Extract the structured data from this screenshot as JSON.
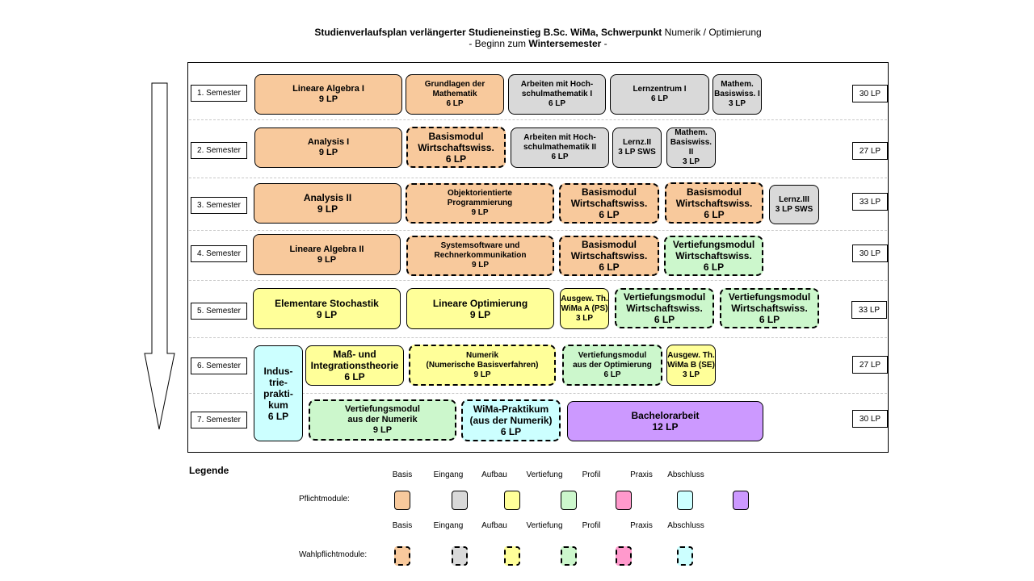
{
  "title": {
    "line1_bold": "Studienverlaufsplan verlängerter Studieneinstieg B.Sc. WiMa, Schwerpunkt",
    "line1_rest": " Numerik / Optimierung",
    "line2_pre": "- Beginn zum ",
    "line2_bold": "Wintersemester",
    "line2_post": " -"
  },
  "semesters": [
    {
      "label": "1. Semester",
      "lp": "30 LP"
    },
    {
      "label": "2. Semester",
      "lp": "27 LP"
    },
    {
      "label": "3. Semester",
      "lp": "33 LP"
    },
    {
      "label": "4. Semester",
      "lp": "30 LP"
    },
    {
      "label": "5. Semester",
      "lp": "33 LP"
    },
    {
      "label": "6. Semester",
      "lp": "27 LP"
    },
    {
      "label": "7. Semester",
      "lp": "30 LP"
    }
  ],
  "modules": [
    {
      "title": "Lineare Algebra I",
      "credits": "9 LP",
      "category": "Basis",
      "dashed": false
    },
    {
      "title": "Grundlagen der\nMathematik",
      "credits": "6 LP",
      "category": "Basis",
      "dashed": false
    },
    {
      "title": "Arbeiten mit Hoch-\nschulmathematik I",
      "credits": "6 LP",
      "category": "Eingang",
      "dashed": false
    },
    {
      "title": "Lernzentrum  I",
      "credits": "6 LP",
      "category": "Eingang",
      "dashed": false
    },
    {
      "title": "Mathem.\nBasiswiss. I",
      "credits": "3 LP",
      "category": "Eingang",
      "dashed": false
    },
    {
      "title": "Analysis I",
      "credits": "9 LP",
      "category": "Basis",
      "dashed": false
    },
    {
      "title": "Basismodul\nWirtschaftswiss.",
      "credits": "6 LP",
      "category": "Basis",
      "dashed": true
    },
    {
      "title": "Arbeiten mit Hoch-\nschulmathematik II",
      "credits": "6 LP",
      "category": "Eingang",
      "dashed": false
    },
    {
      "title": "Lernz.II",
      "credits": "3 LP SWS",
      "category": "Eingang",
      "dashed": false
    },
    {
      "title": "Mathem.\nBasiswiss. II",
      "credits": "3 LP",
      "category": "Eingang",
      "dashed": false
    },
    {
      "title": "Analysis  II",
      "credits": "9 LP",
      "category": "Basis",
      "dashed": false
    },
    {
      "title": "Objektorientierte\nProgrammierung",
      "credits": "9 LP",
      "category": "Basis",
      "dashed": true
    },
    {
      "title": "Basismodul\nWirtschaftswiss.",
      "credits": "6 LP",
      "category": "Basis",
      "dashed": true
    },
    {
      "title": "Basismodul\nWirtschaftswiss.",
      "credits": "6 LP",
      "category": "Basis",
      "dashed": true
    },
    {
      "title": "Lernz.III",
      "credits": "3 LP SWS",
      "category": "Eingang",
      "dashed": false
    },
    {
      "title": "Lineare Algebra II",
      "credits": "9 LP",
      "category": "Basis",
      "dashed": false
    },
    {
      "title": "Systemsoftware und\nRechnerkommunikation",
      "credits": "9 LP",
      "category": "Basis",
      "dashed": true
    },
    {
      "title": "Basismodul\nWirtschaftswiss.",
      "credits": "6 LP",
      "category": "Basis",
      "dashed": true
    },
    {
      "title": "Vertiefungsmodul\nWirtschaftswiss.",
      "credits": "6 LP",
      "category": "Vertiefung",
      "dashed": true
    },
    {
      "title": "Elementare Stochastik",
      "credits": "9 LP",
      "category": "Aufbau",
      "dashed": false
    },
    {
      "title": "Lineare Optimierung",
      "credits": "9 LP",
      "category": "Aufbau",
      "dashed": false
    },
    {
      "title": "Ausgew. Th.\nWiMa A (PS)",
      "credits": "3 LP",
      "category": "Aufbau",
      "dashed": false
    },
    {
      "title": "Vertiefungsmodul\nWirtschaftswiss.",
      "credits": "6 LP",
      "category": "Vertiefung",
      "dashed": true
    },
    {
      "title": "Vertiefungsmodul\nWirtschaftswiss.",
      "credits": "6 LP",
      "category": "Vertiefung",
      "dashed": true
    },
    {
      "title": "Indus-\ntrie-\nprakti-\nkum",
      "credits": "6 LP",
      "category": "Praxis",
      "dashed": false
    },
    {
      "title": "Maß- und\nIntegrationstheorie",
      "credits": "6 LP",
      "category": "Aufbau",
      "dashed": false
    },
    {
      "title": "Numerik\n(Numerische Basisverfahren)",
      "credits": "9 LP",
      "category": "Aufbau",
      "dashed": true
    },
    {
      "title": "Vertiefungsmodul\naus der Optimierung",
      "credits": "6 LP",
      "category": "Vertiefung",
      "dashed": true
    },
    {
      "title": "Ausgew. Th.\nWiMa B (SE)",
      "credits": "3 LP",
      "category": "Aufbau",
      "dashed": false
    },
    {
      "title": "Vertiefungsmodul\naus der Numerik",
      "credits": "9 LP",
      "category": "Vertiefung",
      "dashed": true
    },
    {
      "title": "WiMa-Praktikum\n(aus der Numerik)",
      "credits": "6 LP",
      "category": "Praxis",
      "dashed": true
    },
    {
      "title": "Bachelorarbeit",
      "credits": "12 LP",
      "category": "Abschluss",
      "dashed": false
    }
  ],
  "colors": {
    "Basis": "#f8c99c",
    "Eingang": "#d9d9d9",
    "Aufbau": "#ffff99",
    "Vertiefung": "#ccf7cc",
    "Profil": "#ff99cc",
    "Praxis": "#ccffff",
    "Abschluss": "#cc99ff"
  },
  "legend": {
    "title": "Legende",
    "pflicht_label": "Pflichtmodule:",
    "wahl_label": "Wahlpflichtmodule:",
    "categories_row1": [
      "Basis",
      "Eingang",
      "Aufbau",
      "Vertiefung",
      "Profil",
      "Praxis",
      "Abschluss"
    ],
    "categories_row2": [
      "Basis",
      "Eingang",
      "Aufbau",
      "Vertiefung",
      "Profil",
      "Praxis",
      "Abschluss"
    ],
    "pflicht_swatches": [
      "Basis",
      "Eingang",
      "Aufbau",
      "Vertiefung",
      "Profil",
      "Praxis",
      "Abschluss"
    ],
    "wahl_swatches": [
      "Basis",
      "Eingang",
      "Aufbau",
      "Vertiefung",
      "Profil",
      "Praxis"
    ]
  }
}
